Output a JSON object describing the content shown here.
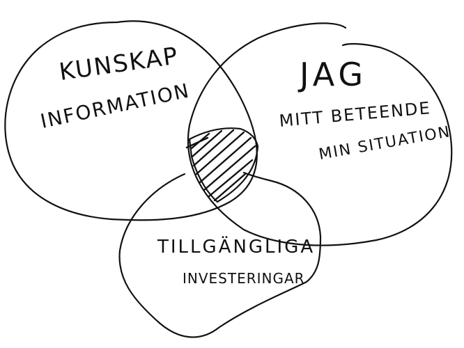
{
  "diagram": {
    "type": "venn",
    "style": "hand-drawn",
    "stroke_color": "#111111",
    "background": "#ffffff",
    "sets": [
      {
        "id": "left",
        "lines": [
          "KUNSKAP",
          "INFORMATION"
        ]
      },
      {
        "id": "right",
        "lines": [
          "JAG",
          "MITT BETEENDE",
          "MIN SITUATION"
        ]
      },
      {
        "id": "bottom",
        "lines": [
          "TILLGÄNGLIGA",
          "INVESTERINGAR"
        ]
      }
    ],
    "intersection": {
      "sets": [
        "left",
        "right",
        "bottom"
      ],
      "fill": "hatched"
    }
  }
}
